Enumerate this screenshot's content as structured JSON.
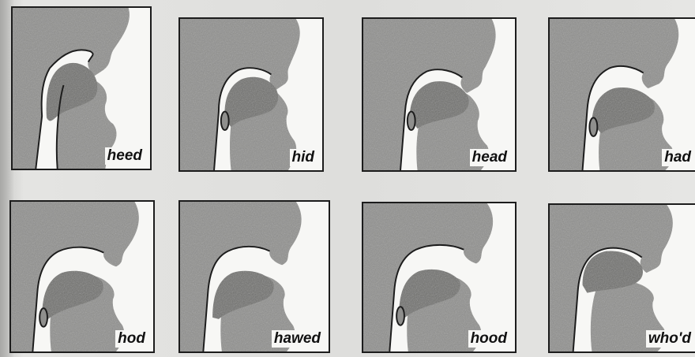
{
  "words": {
    "row1": [
      "heed",
      "hid",
      "head",
      "had"
    ],
    "row2": [
      "hod",
      "hawed",
      "hood",
      "who'd"
    ]
  },
  "colors": {
    "tissue": "#8f8f8d",
    "tongue": "#6f6f6d",
    "airway": "#f7f7f5",
    "outline": "#1c1c1c"
  }
}
